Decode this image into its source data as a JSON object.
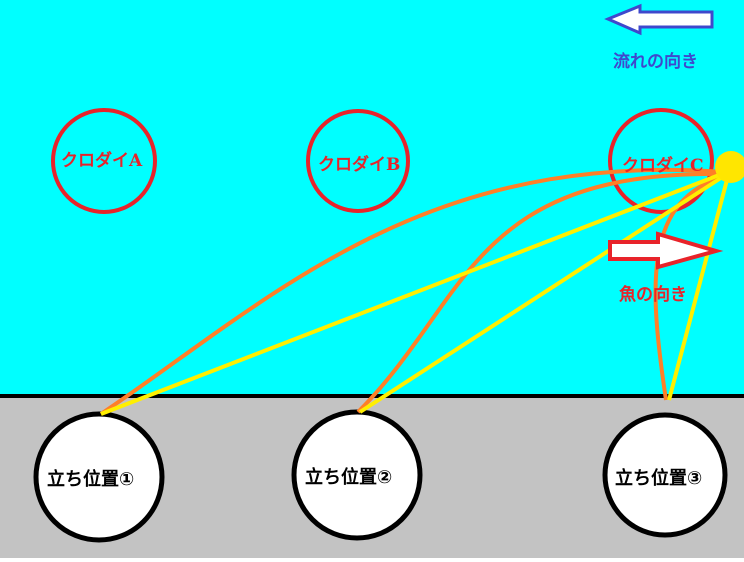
{
  "colors": {
    "water": "#00ffff",
    "ground": "#c3c3c3",
    "shore_line": "#000000",
    "fish_circle": "#e8232a",
    "orange_line": "#ff7f27",
    "yellow_line": "#ffef00",
    "float_dot": "#ffe600",
    "current_arrow": "#3f48cc",
    "fish_arrow": "#e8232a"
  },
  "fish": [
    {
      "label": "クロダイA"
    },
    {
      "label": "クロダイB"
    },
    {
      "label": "クロダイC"
    }
  ],
  "positions": [
    {
      "label": "立ち位置①"
    },
    {
      "label": "立ち位置②"
    },
    {
      "label": "立ち位置③"
    }
  ],
  "legend": {
    "current_label": "流れの向き",
    "current_direction": "left",
    "fish_label": "魚の向き",
    "fish_direction": "right"
  }
}
